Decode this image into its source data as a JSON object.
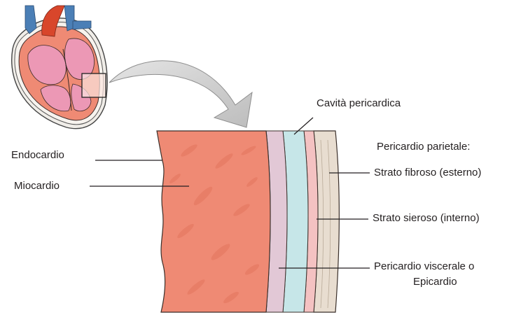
{
  "labels": {
    "endocardium": "Endocardio",
    "myocardium": "Miocardio",
    "pericardial_cavity": "Cavità pericardica",
    "parietal_pericardium": "Pericardio parietale:",
    "fibrous_layer": "Strato fibroso (esterno)",
    "serous_layer": "Strato sieroso (interno)",
    "visceral_line1": "Pericardio viscerale o",
    "visceral_line2": "Epicardio"
  },
  "colors": {
    "myocardium": "#ef8a74",
    "epicardium": "#e2c8d6",
    "pericardial_cavity": "#c6e6e8",
    "serous_parietal": "#f4c2c2",
    "fibrous": "#e8ddd0",
    "heart_wall": "#ef8a74",
    "heart_chamber": "#ec98b5",
    "aorta": "#d8462b",
    "veins": "#4b7fb6",
    "arrow": "#c9c9c9"
  }
}
